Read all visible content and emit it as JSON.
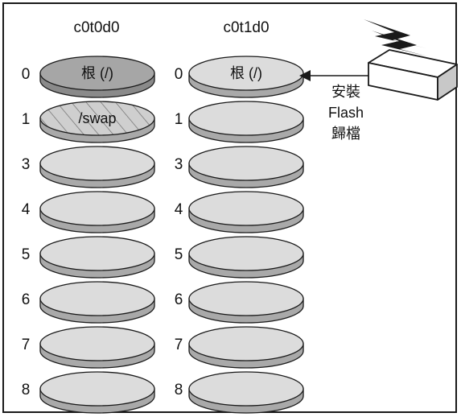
{
  "disks": [
    {
      "name": "c0t0d0",
      "slices": [
        {
          "num": "0",
          "label": "根 (/)",
          "style": "dark"
        },
        {
          "num": "1",
          "label": "/swap",
          "style": "hatched"
        },
        {
          "num": "3",
          "label": "",
          "style": "plain"
        },
        {
          "num": "4",
          "label": "",
          "style": "plain"
        },
        {
          "num": "5",
          "label": "",
          "style": "plain"
        },
        {
          "num": "6",
          "label": "",
          "style": "plain"
        },
        {
          "num": "7",
          "label": "",
          "style": "plain"
        },
        {
          "num": "8",
          "label": "",
          "style": "plain"
        }
      ]
    },
    {
      "name": "c0t1d0",
      "slices": [
        {
          "num": "0",
          "label": "根 (/)",
          "style": "plain"
        },
        {
          "num": "1",
          "label": "",
          "style": "plain"
        },
        {
          "num": "3",
          "label": "",
          "style": "plain"
        },
        {
          "num": "4",
          "label": "",
          "style": "plain"
        },
        {
          "num": "5",
          "label": "",
          "style": "plain"
        },
        {
          "num": "6",
          "label": "",
          "style": "plain"
        },
        {
          "num": "7",
          "label": "",
          "style": "plain"
        },
        {
          "num": "8",
          "label": "",
          "style": "plain"
        }
      ]
    }
  ],
  "flash_label": {
    "line1": "安裝",
    "line2": "Flash",
    "line3": "歸檔"
  },
  "colors": {
    "disk_plain_top": "#dcdcdc",
    "disk_plain_side": "#a9a9a9",
    "disk_dark_top": "#a6a6a6",
    "disk_dark_side": "#8a8a8a",
    "outline": "#1a1a1a"
  },
  "icons": [
    "lightning-bolt-icon",
    "flash-archive-box-icon",
    "arrow-left-icon"
  ]
}
